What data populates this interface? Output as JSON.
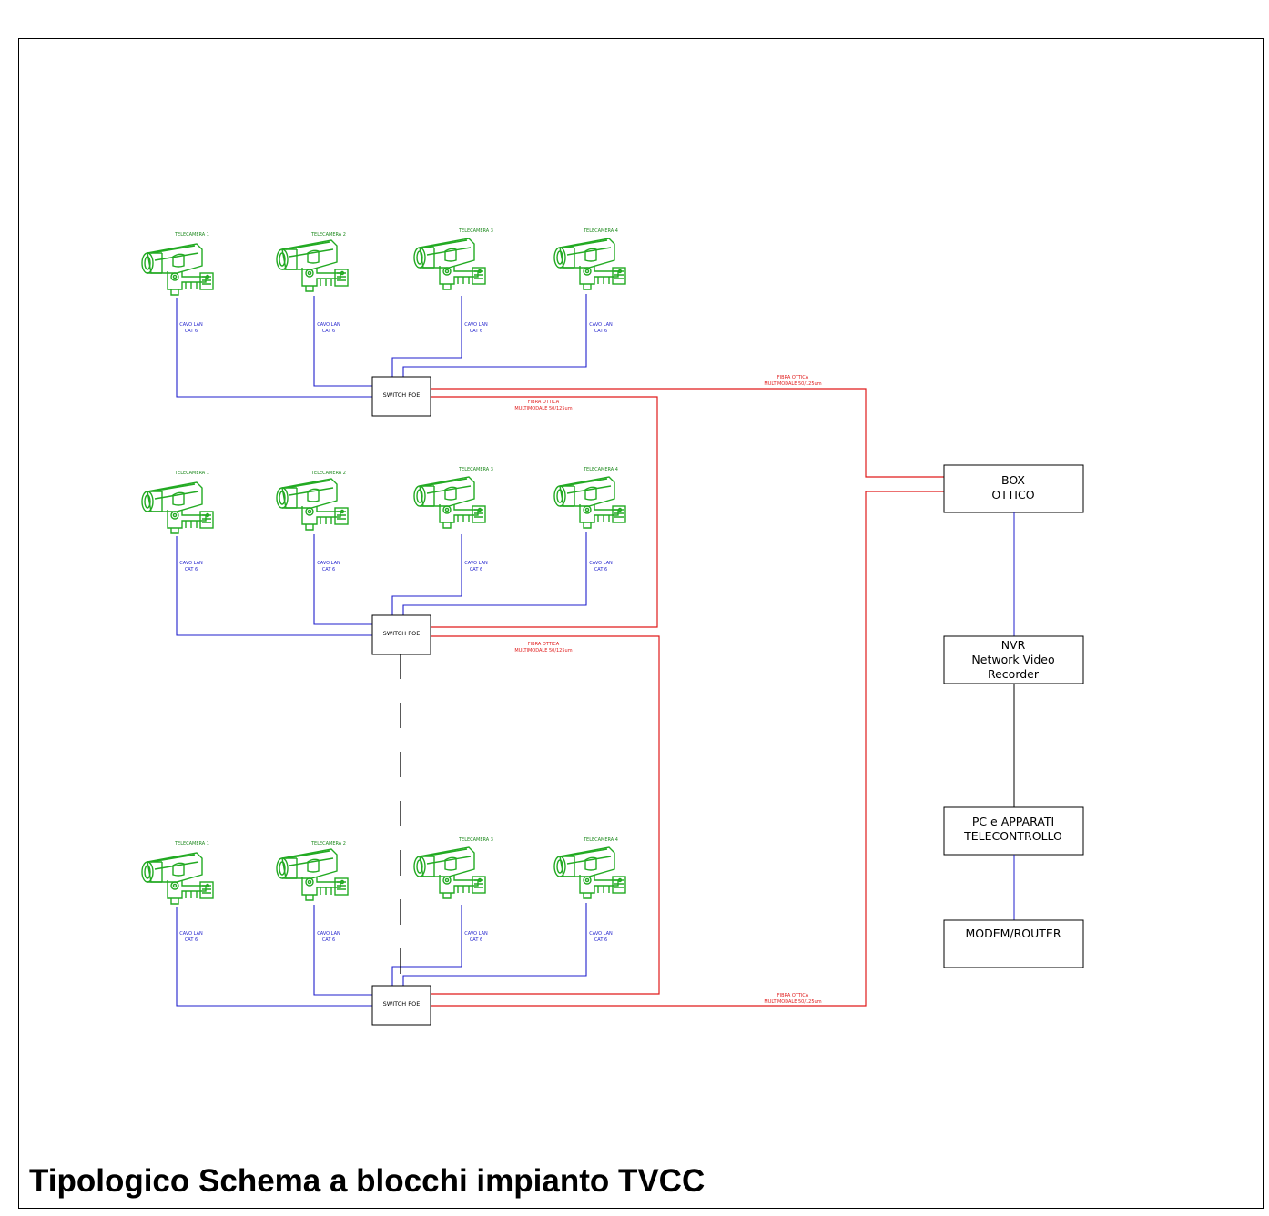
{
  "title": "Tipologico Schema a blocchi impianto TVCC",
  "colors": {
    "camera": "#22aa22",
    "camera_label": "#1e8a1e",
    "lan_cable": "#1f1fcc",
    "fiber": "#e01b1b",
    "box_stroke": "#000000"
  },
  "camera_labels": [
    "TELECAMERA 1",
    "TELECAMERA 2",
    "TELECAMERA 3",
    "TELECAMERA 4"
  ],
  "cable_label": {
    "line1": "CAVO LAN",
    "line2": "CAT 6"
  },
  "switch_label": "SWITCH POE",
  "fiber_label": {
    "line1": "FIBRA OTTICA",
    "line2": "MULTIMODALE 50/125um"
  },
  "groups": [
    {
      "id": "group-1"
    },
    {
      "id": "group-2"
    },
    {
      "id": "group-3"
    }
  ],
  "blocks": {
    "box_ottico": [
      "BOX",
      "OTTICO"
    ],
    "nvr": [
      "NVR",
      "Network Video",
      "Recorder"
    ],
    "pc": [
      "PC e APPARATI",
      "TELECONTROLLO"
    ],
    "modem": [
      "MODEM/ROUTER"
    ]
  }
}
